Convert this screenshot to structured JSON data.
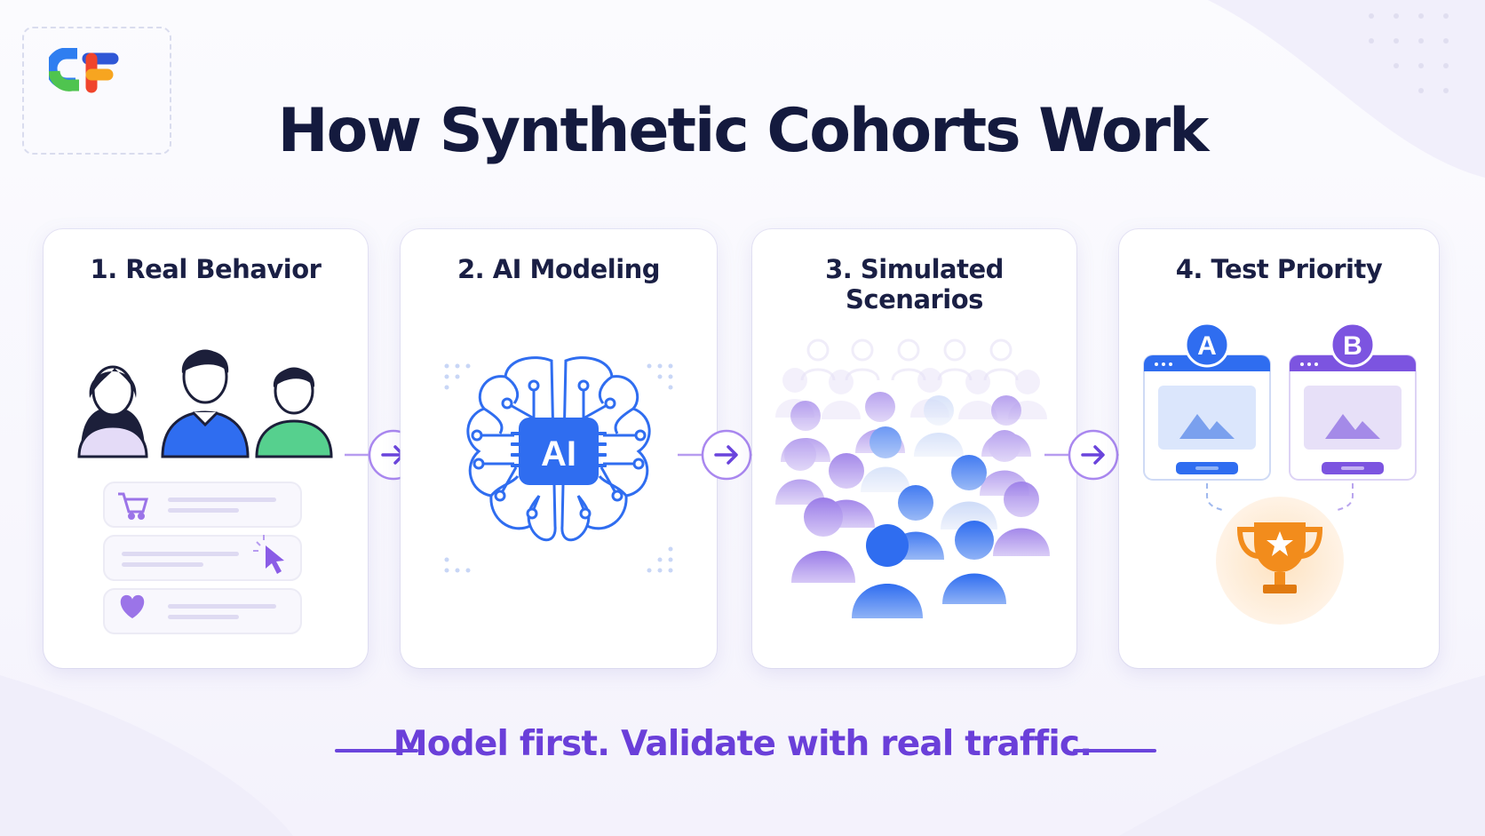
{
  "title": "How Synthetic Cohorts Work",
  "steps": [
    {
      "label": "1. Real Behavior"
    },
    {
      "label": "2. AI Modeling"
    },
    {
      "label": "3. Simulated Scenarios"
    },
    {
      "label": "4. Test Priority"
    }
  ],
  "ai_chip_text": "AI",
  "variants": [
    "A",
    "B"
  ],
  "tagline": "Model first. Validate with real traffic.",
  "icons": [
    "logo",
    "person-icon",
    "cart-icon",
    "cursor-click-icon",
    "heart-icon",
    "arrow-right-icon",
    "brain-icon",
    "ai-chip-icon",
    "crowd-icon",
    "image-icon",
    "trophy-icon",
    "star-icon"
  ],
  "colors": {
    "title": "#141a3e",
    "accent_purple": "#6a3fd9",
    "blue": "#2f6df0",
    "green": "#56d08e",
    "lavender": "#ddd2f6",
    "orange": "#f28c1c"
  }
}
